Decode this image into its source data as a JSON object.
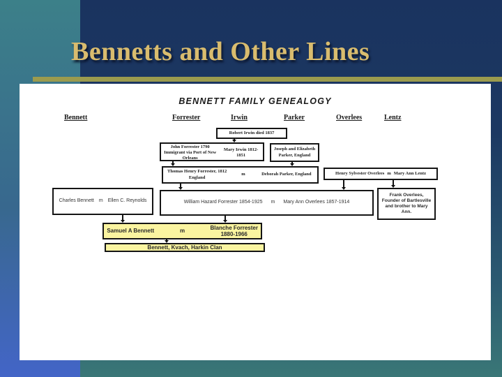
{
  "slide": {
    "title": "Bennetts and Other Lines"
  },
  "genealogy": {
    "title": "BENNETT FAMILY GENEALOGY",
    "columns": [
      "Bennett",
      "Forrester",
      "Irwin",
      "Parker",
      "Overlees",
      "Lentz"
    ],
    "boxes": {
      "robert_irwin": {
        "text": "Robert Irwin died 1837"
      },
      "forrester_irwin": {
        "spouse1": "John Forrester 1790 Immigrant via Port of New Orleans",
        "spouse2": "Mary Irwin  1812-1851"
      },
      "joseph_parker": {
        "text": "Joseph and Elizabeth Parker, England"
      },
      "thomas_deborah": {
        "spouse1": "Thomas Henry Forrester,  1812 England",
        "m": "m",
        "spouse2": "Deborah Parker, England"
      },
      "henry_maryann": {
        "spouse1": "Henry Sylvester Overlees",
        "m": "m",
        "spouse2": "Mary Ann Lentz"
      },
      "charles_ellen": {
        "spouse1": "Charles Bennett",
        "m": "m",
        "spouse2": "Ellen C. Reynolds"
      },
      "william_maryann": {
        "spouse1": "William Hazard Forrester 1854-1925",
        "m": "m",
        "spouse2": "Mary Ann Overlees  1857-1914"
      },
      "frank_overlees": {
        "text": "Frank Overlees, Founder of Bartlesville and brother to Mary Ann."
      },
      "samuel_blanche": {
        "spouse1": "Samuel A Bennett",
        "m": "m",
        "spouse2": "Blanche Forrester  1880-1966"
      },
      "clan": {
        "text": "Bennett, Kvach, Harkin Clan"
      }
    }
  },
  "colors": {
    "background_top_navy": "#1A335F",
    "background_bottom_teal": "#3A7777",
    "side_strip_top": "#3C8089",
    "side_strip_bottom": "#4365C7",
    "accent_bar_gold": "#9B9B4E",
    "title_gold": "#D9BC6E",
    "highlight_yellow": "#FAF4A0",
    "box_border": "#151515"
  }
}
